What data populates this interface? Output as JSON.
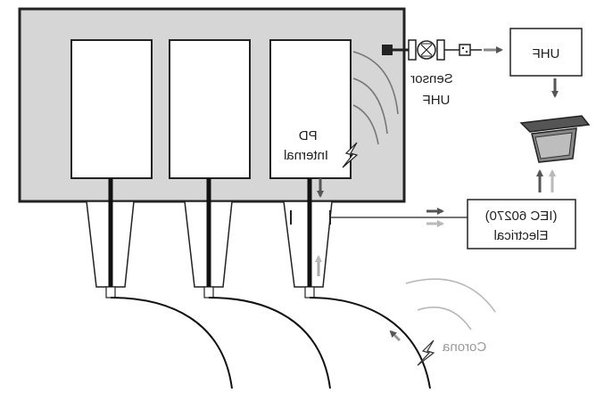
{
  "labels": {
    "uhf_unit": "UHF",
    "uhf_sensor_line1": "Sensor",
    "uhf_sensor_line2": "UHF",
    "internal_pd_line1": "PD",
    "internal_pd_line2": "Internal",
    "electrical_line1": "(IEC 60270)",
    "electrical_line2": "Electrical",
    "corona": "Corona"
  },
  "icons": {
    "sensor": "uhf-sensor-valve-icon",
    "laptop": "laptop-icon",
    "spark": "lightning-spark-icon"
  },
  "colors": {
    "enclosure_fill": "#d6d6d6",
    "stroke": "#222222",
    "faded": "#b0b0b0",
    "arrow_dark": "#555555",
    "arrow_light": "#b8b8b8"
  }
}
